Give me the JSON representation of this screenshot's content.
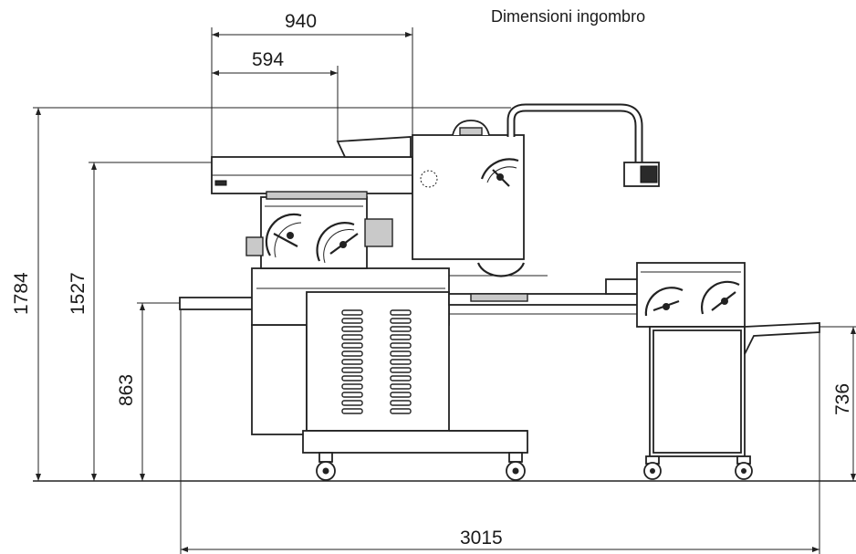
{
  "title": "Dimensioni ingombro",
  "dimensions": {
    "total_length": "3015",
    "top_width": "940",
    "top_inner": "594",
    "total_height": "1784",
    "feed_height": "1527",
    "table_height": "863",
    "right_height": "736"
  }
}
